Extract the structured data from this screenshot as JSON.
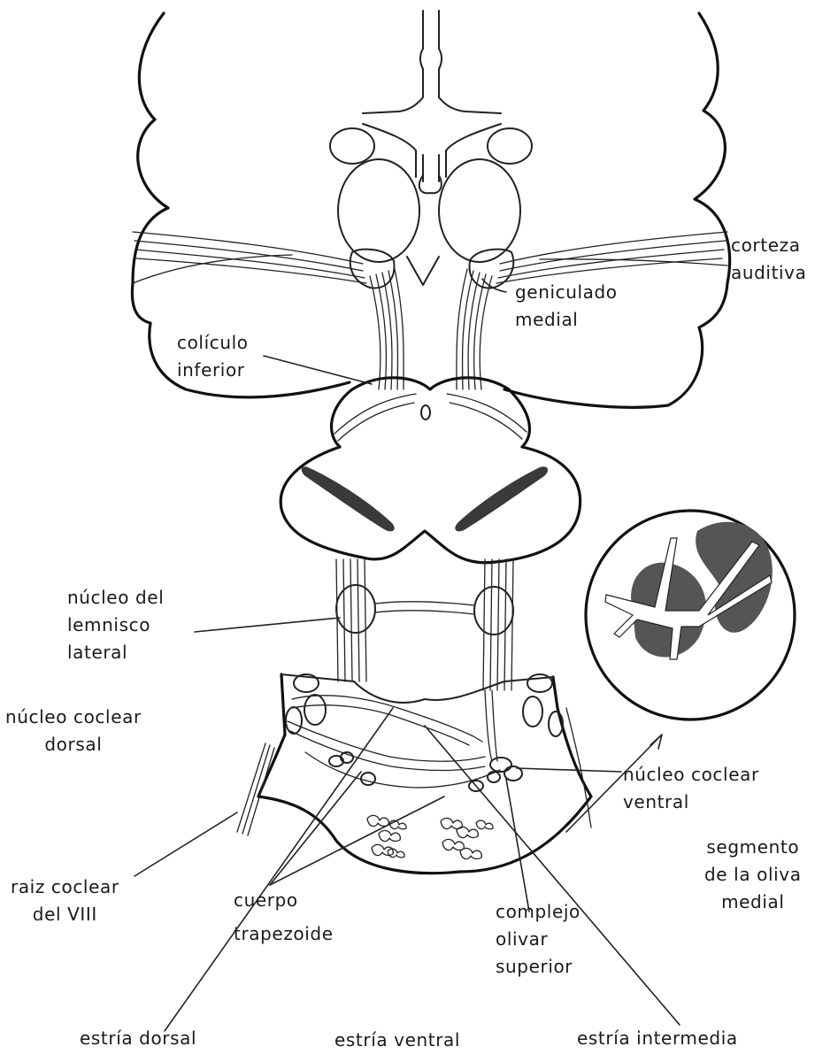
{
  "labels": {
    "corteza": [
      "corteza",
      "auditiva"
    ],
    "geniculado": [
      "geniculado",
      "medial"
    ],
    "coliculo": [
      "colículo",
      "inferior"
    ],
    "nucleo_lemnisco": [
      "núcleo del",
      "lemnisco",
      "lateral"
    ],
    "coclear_dorsal": [
      "núcleo coclear",
      "dorsal"
    ],
    "coclear_ventral": [
      "núcleo coclear",
      "ventral"
    ],
    "segmento_oliva": [
      "segmento",
      "de la oliva",
      "medial"
    ],
    "raiz_coclear": [
      "raiz coclear",
      "del VIII"
    ],
    "cuerpo_trapezoide": [
      "cuerpo",
      "trapezoide"
    ],
    "complejo_olivar": [
      "complejo",
      "olivar",
      "superior"
    ],
    "estria_dorsal": "estría dorsal",
    "estria_ventral": "estría ventral",
    "estria_intermedia": "estría intermedia"
  },
  "colors": {
    "ink": "#111111",
    "shading": "#3a3a3a",
    "inset_shading": "#555555"
  }
}
